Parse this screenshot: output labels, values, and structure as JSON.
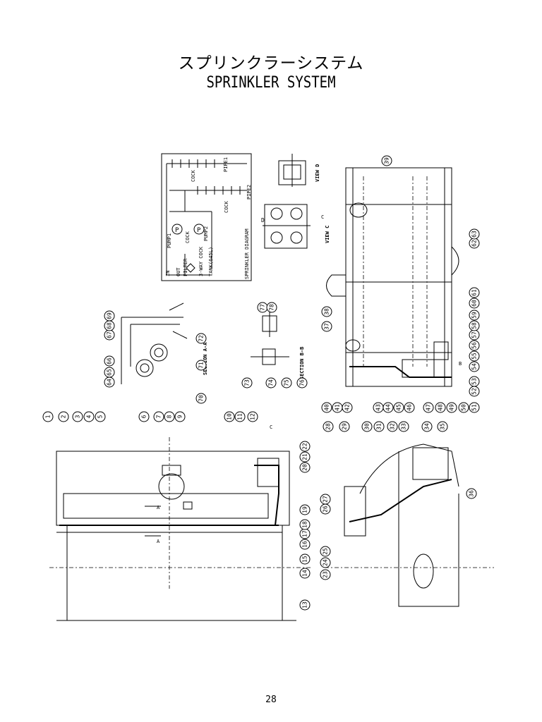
{
  "page": {
    "title_jp": "スプリンクラーシステム",
    "title_en": "SPRINKLER SYSTEM",
    "page_number": "28"
  },
  "sprinkler_diagram": {
    "caption": "SPRINKLER DIAGRAM",
    "labels": {
      "pipe1": "PIPE1",
      "pipe2": "PIPE2",
      "cock1": "COCK",
      "cock2": "COCK",
      "cock3": "COCK",
      "pump1": "PUMP1",
      "pump2": "PUMP2",
      "in": "IN",
      "out": "OUT",
      "filter": "FILTER",
      "three_way": "3-WAY COCK",
      "tank": "TANK(645L)",
      "p": "P"
    }
  },
  "view_labels": {
    "view_d": "VIEW D",
    "view_c": "VIEW C",
    "section_aa": "SECTION A-A",
    "section_bb": "SECTION B-B",
    "d": "D",
    "c": "C",
    "a": "A",
    "b": "B"
  },
  "callouts_top": [
    "39",
    "38",
    "37",
    "40",
    "41",
    "42",
    "43",
    "44",
    "45",
    "46",
    "47",
    "48",
    "49",
    "50",
    "51",
    "52",
    "53",
    "54",
    "55",
    "56",
    "57",
    "58",
    "59",
    "60",
    "61",
    "62",
    "63",
    "64",
    "65",
    "66",
    "67",
    "68",
    "69",
    "70",
    "71",
    "72",
    "73",
    "74",
    "75",
    "76",
    "77",
    "78"
  ],
  "callouts_bottom": [
    "1",
    "2",
    "3",
    "4",
    "5",
    "6",
    "7",
    "8",
    "9",
    "10",
    "11",
    "12",
    "13",
    "14",
    "15",
    "16",
    "17",
    "18",
    "19",
    "20",
    "21",
    "22",
    "23",
    "24",
    "25",
    "26",
    "27",
    "28",
    "29",
    "30",
    "31",
    "32",
    "33",
    "34",
    "35",
    "36"
  ]
}
